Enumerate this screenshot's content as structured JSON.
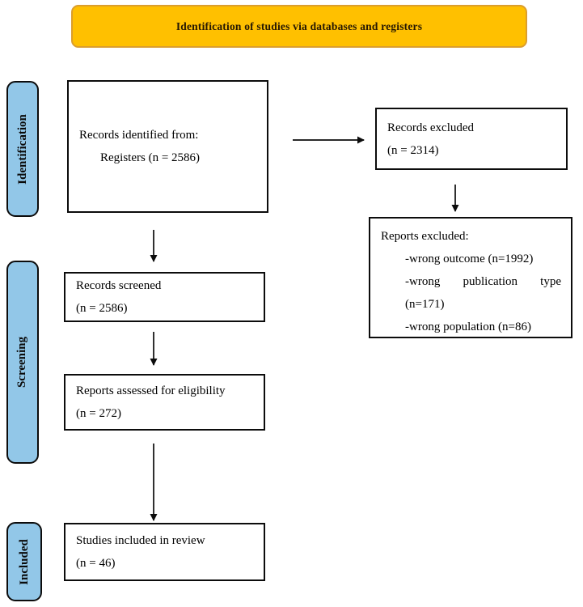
{
  "banner": {
    "title": "Identification of studies via databases and registers"
  },
  "sidebar": {
    "stages": [
      {
        "label": "Identification"
      },
      {
        "label": "Screening"
      },
      {
        "label": "Included"
      }
    ]
  },
  "flow": {
    "identified": {
      "line1": "Records identified from:",
      "line2": "Registers (n = 2586)"
    },
    "screened": {
      "line1": "Records screened",
      "line2": "(n = 2586)"
    },
    "assessed": {
      "line1": "Reports assessed for eligibility",
      "line2": "(n = 272)"
    },
    "included": {
      "line1": "Studies included in review",
      "line2": "(n = 46)"
    },
    "records_excluded": {
      "line1": "Records excluded",
      "line2": "(n = 2314)"
    },
    "reports_excluded": {
      "title": "Reports excluded:",
      "items": [
        "-wrong outcome (n=1992)",
        "-wrong publication type (n=171)",
        "-wrong population (n=86)"
      ]
    }
  },
  "colors": {
    "banner_fill": "#FFC000",
    "banner_border": "#DB9E2D",
    "banner_text": "#261803",
    "stage_fill": "#92C7E8"
  }
}
